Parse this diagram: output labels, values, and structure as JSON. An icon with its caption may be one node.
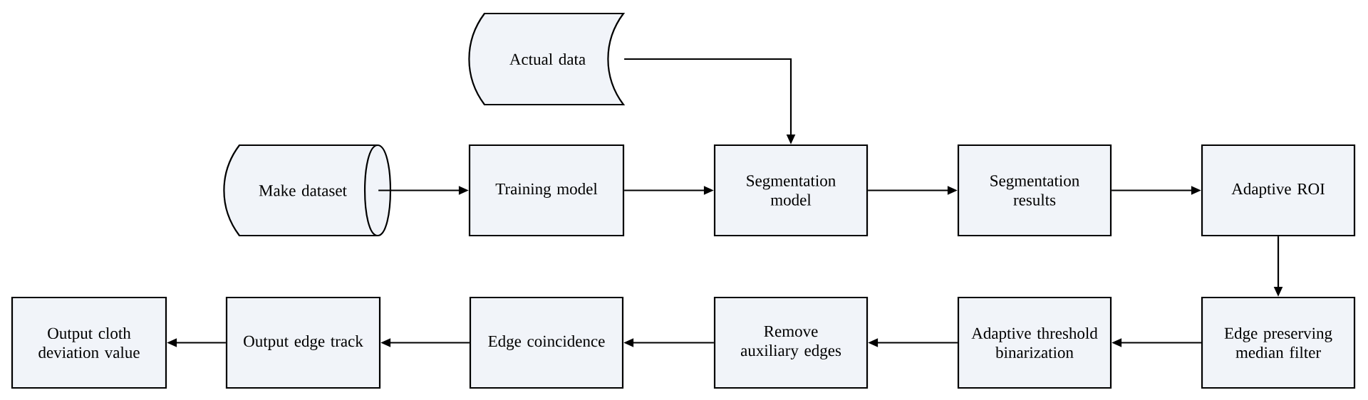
{
  "diagram": {
    "nodes": [
      {
        "text": [
          "Actual data"
        ]
      },
      {
        "text": [
          "Make dataset"
        ]
      },
      {
        "text": [
          "Training model"
        ]
      },
      {
        "text": [
          "Segmentation model"
        ]
      },
      {
        "text": [
          "Segmentation results"
        ]
      },
      {
        "text": [
          "Adaptive ROI"
        ]
      },
      {
        "text": [
          "Output cloth deviation value"
        ]
      },
      {
        "text": [
          "Output edge track"
        ]
      },
      {
        "text": [
          "Edge coincidence"
        ]
      },
      {
        "text": [
          "Remove auxiliary edges"
        ]
      },
      {
        "text": [
          "Adaptive threshold binarization"
        ]
      },
      {
        "text": [
          "Edge preserving median filter"
        ]
      }
    ],
    "edges": [
      {
        "from": 1,
        "to": 2,
        "arrow": "to"
      },
      {
        "from": 2,
        "to": 3,
        "arrow": "to"
      },
      {
        "from": 0,
        "to": 3,
        "arrow": "to"
      },
      {
        "from": 3,
        "to": 4,
        "arrow": "to"
      },
      {
        "from": 4,
        "to": 5,
        "arrow": "to"
      },
      {
        "from": 5,
        "to": 11,
        "arrow": "to"
      },
      {
        "from": 11,
        "to": 10,
        "arrow": "to"
      },
      {
        "from": 10,
        "to": 9,
        "arrow": "to"
      },
      {
        "from": 9,
        "to": 8,
        "arrow": "to"
      },
      {
        "from": 8,
        "to": 7,
        "arrow": "to"
      },
      {
        "from": 7,
        "to": 6,
        "arrow": "to"
      }
    ]
  }
}
